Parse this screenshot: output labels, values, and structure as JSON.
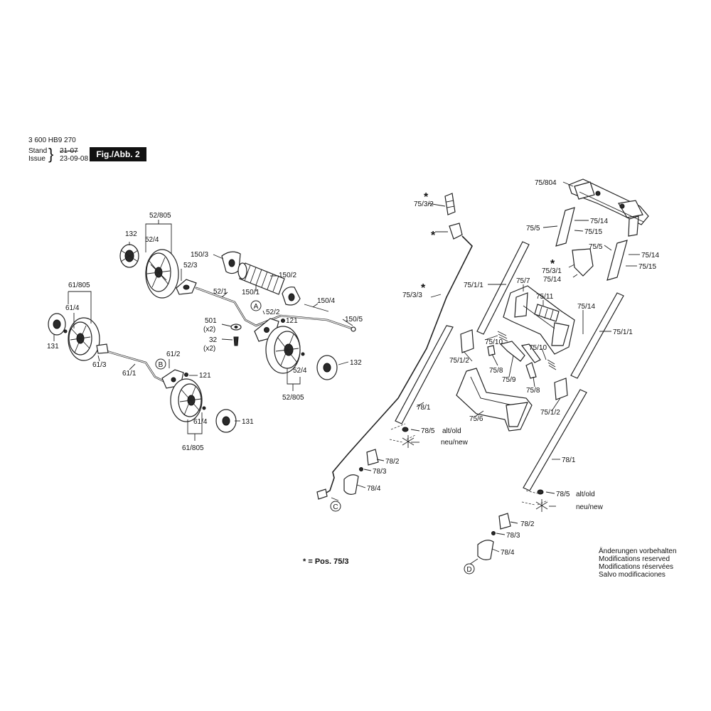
{
  "header": {
    "doc_number": "3 600 HB9 270",
    "stand_label": "Stand",
    "issue_label": "Issue",
    "stand_date": "21-07",
    "issue_date": "23-09-08",
    "figure_label": "Fig./Abb. 2"
  },
  "part_labels": {
    "l52_805_top": "52/805",
    "l132_top": "132",
    "l52_4_top": "52/4",
    "l52_3": "52/3",
    "l150_3": "150/3",
    "l150_2": "150/2",
    "l150_1": "150/1",
    "l52_1": "52/1",
    "l150_4": "150/4",
    "l150_5": "150/5",
    "l52_2": "52/2",
    "l121_top": "121",
    "l501": "501",
    "l501_qty": "(x2)",
    "l32": "32",
    "l32_qty": "(x2)",
    "l132_bot": "132",
    "l52_4_bot": "52/4",
    "l52_805_bot": "52/805",
    "l61_805_top": "61/805",
    "l61_4_top": "61/4",
    "l131_left": "131",
    "l61_3": "61/3",
    "l61_1": "61/1",
    "l61_2": "61/2",
    "l121_bot": "121",
    "l61_4_bot": "61/4",
    "l61_805_bot": "61/805",
    "l131_right": "131",
    "l75_3_2": "75/3/2",
    "l75_3_3": "75/3/3",
    "l75_804": "75/804",
    "l75_5_a": "75/5",
    "l75_14_a": "75/14",
    "l75_15_a": "75/15",
    "l75_5_b": "75/5",
    "l75_14_b": "75/14",
    "l75_15_b": "75/15",
    "l75_3_1": "75/3/1",
    "l75_14_c": "75/14",
    "l75_1_1_left": "75/1/1",
    "l75_7": "75/7",
    "l75_11": "75/11",
    "l75_14_d": "75/14",
    "l75_1_1_right": "75/1/1",
    "l75_10_a": "75/10",
    "l75_10_b": "75/10",
    "l75_1_2_left": "75/1/2",
    "l75_8_a": "75/8",
    "l75_9": "75/9",
    "l75_8_b": "75/8",
    "l75_1_2_right": "75/1/2",
    "l78_1_left": "78/1",
    "l75_6": "75/6",
    "l78_5_left": "78/5",
    "l_alt_old_left": "alt/old",
    "l_neu_new_left": "neu/new",
    "l78_2_left": "78/2",
    "l78_3_left": "78/3",
    "l78_4_left": "78/4",
    "l78_1_right": "78/1",
    "l78_5_right": "78/5",
    "l_alt_old_right": "alt/old",
    "l_neu_new_right": "neu/new",
    "l78_2_right": "78/2",
    "l78_3_right": "78/3",
    "l78_4_right": "78/4"
  },
  "callouts": {
    "A": "A",
    "B": "B",
    "C": "C",
    "D": "D"
  },
  "markers": {
    "star": "*"
  },
  "footnote": {
    "text": "* = Pos.  75/3"
  },
  "notes": {
    "line1": "Änderungen vorbehalten",
    "line2": "Modifications reserved",
    "line3": "Modifications réservées",
    "line4": "Salvo modificaciones"
  }
}
